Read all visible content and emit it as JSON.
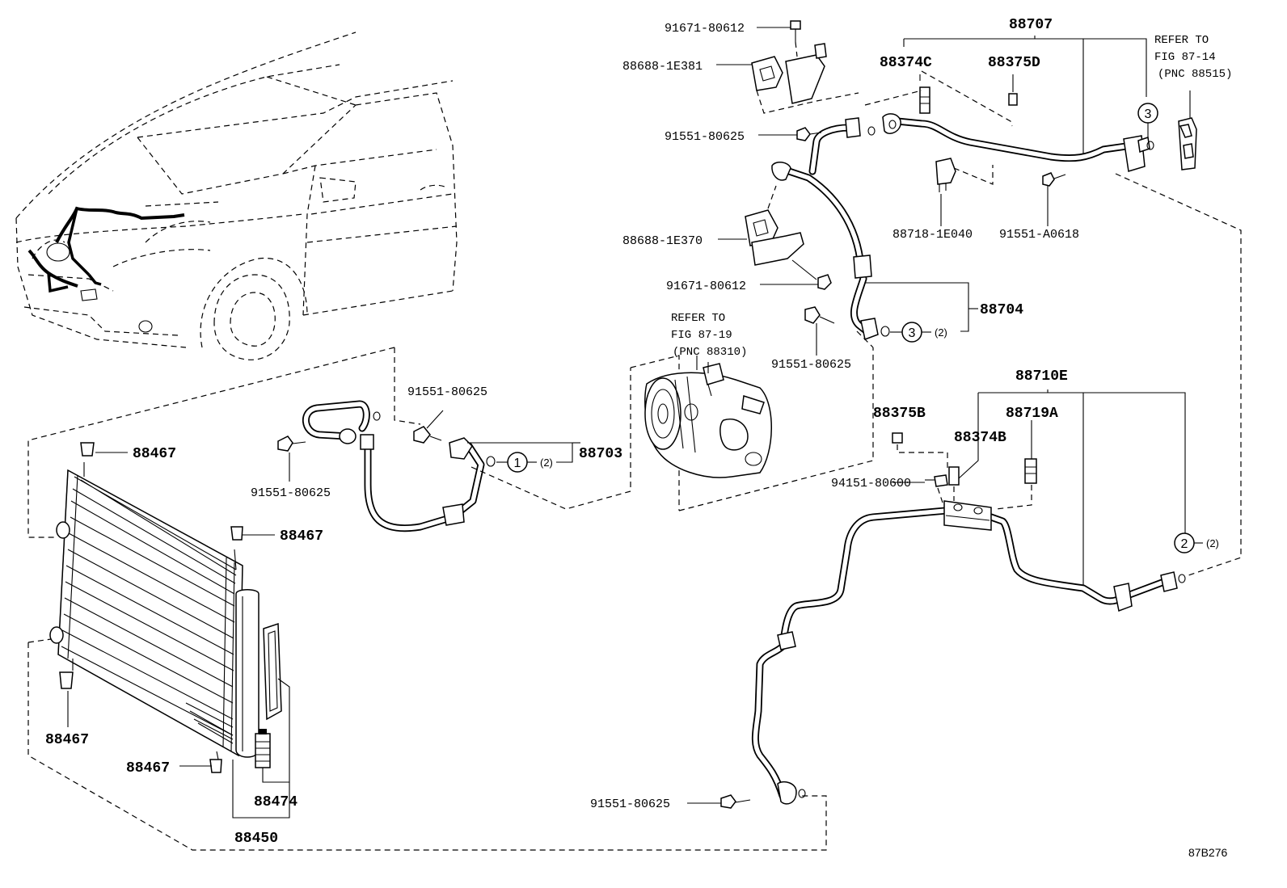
{
  "figure_code": "87B276",
  "labels": {
    "p91671_80612_a": "91671-80612",
    "p88688_1E381": "88688-1E381",
    "p91551_80625_a": "91551-80625",
    "p88688_1E370": "88688-1E370",
    "p91671_80612_b": "91671-80612",
    "p91551_80625_b": "91551-80625",
    "p88707": "88707",
    "p88374C": "88374C",
    "p88375D": "88375D",
    "p88718_1E040": "88718-1E040",
    "p91551_A0618": "91551-A0618",
    "p88704": "88704",
    "p88710E": "88710E",
    "p88375B": "88375B",
    "p88374B": "88374B",
    "p88719A": "88719A",
    "p94151_80600": "94151-80600",
    "p91551_80625_c": "91551-80625",
    "p91551_80625_d": "91551-80625",
    "p91551_80625_e": "91551-80625",
    "p88703": "88703",
    "p88467_a": "88467",
    "p88467_b": "88467",
    "p88467_c": "88467",
    "p88467_d": "88467",
    "p88474": "88474",
    "p88450": "88450"
  },
  "refer_blocks": {
    "fig_87_14": {
      "line1": "REFER TO",
      "line2": "FIG 87-14",
      "line3": "(PNC 88515)"
    },
    "fig_87_19": {
      "line1": "REFER TO",
      "line2": "FIG 87-19",
      "line3": "(PNC 88310)"
    }
  },
  "callouts": {
    "c1": {
      "num": "1",
      "qty": "(2)"
    },
    "c2": {
      "num": "2",
      "qty": "(2)"
    },
    "c3a": {
      "num": "3",
      "qty": ""
    },
    "c3b": {
      "num": "3",
      "qty": "(2)"
    }
  }
}
